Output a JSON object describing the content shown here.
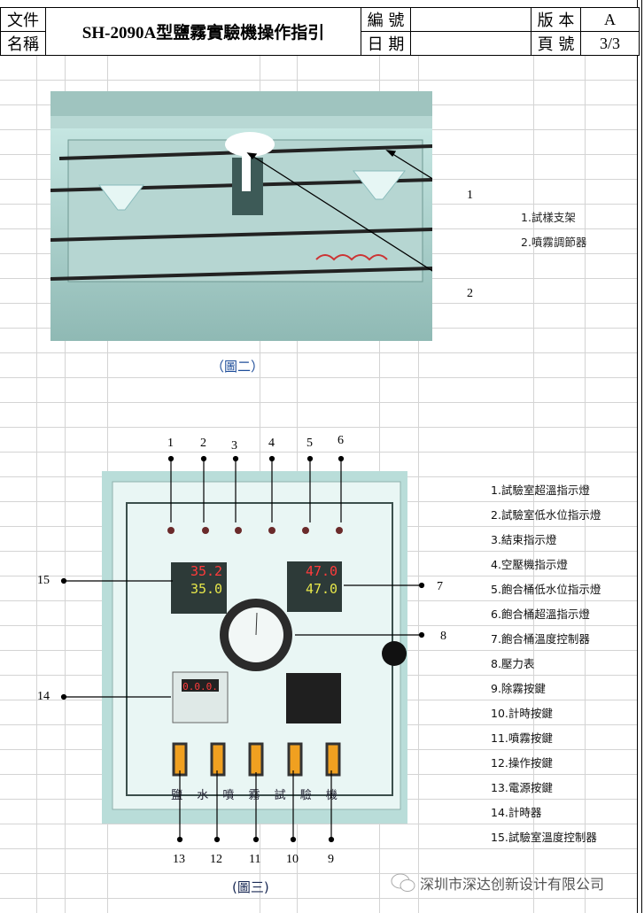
{
  "header": {
    "doc_name_label_1": "文件",
    "doc_name_label_2": "名稱",
    "title": "SH-2090A型鹽霧實驗機操作指引",
    "code_label": "編 號",
    "date_label": "日 期",
    "code_value": "",
    "date_value": "",
    "version_label": "版 本",
    "version_value": "A",
    "page_label": "頁 號",
    "page_value": "3/3"
  },
  "figure2": {
    "caption": "（圖二）",
    "callouts": [
      "1",
      "2"
    ],
    "legend": [
      "1.試樣支架",
      "2.噴霧調節器"
    ]
  },
  "figure3": {
    "caption": "(圖三)",
    "top_callouts": [
      "1",
      "2",
      "3",
      "4",
      "5",
      "6"
    ],
    "bottom_callouts": [
      "13",
      "12",
      "11",
      "10",
      "9"
    ],
    "left_callouts": [
      "15",
      "14"
    ],
    "right_callouts": [
      "7",
      "8"
    ],
    "display_values": {
      "chamber_pv": "35.2",
      "chamber_sv": "35.0",
      "sat_pv": "47.0",
      "sat_sv": "47.0",
      "timer": "0.0.0."
    },
    "panel_name": "鹽 水 噴 霧 試 驗 機",
    "legend": [
      "1.試驗室超溫指示燈",
      "2.試驗室低水位指示燈",
      "3.結束指示燈",
      "4.空壓機指示燈",
      "5.飽合桶低水位指示燈",
      "6.飽合桶超溫指示燈",
      "7.飽合桶溫度控制器",
      "8.壓力表",
      "9.除霧按鍵",
      "10.計時按鍵",
      "11.噴霧按鍵",
      "12.操作按鍵",
      "13.電源按鍵",
      "14.計時器",
      "15.試驗室溫度控制器"
    ]
  },
  "watermark": {
    "text": "深圳市深达创新设计有限公司",
    "icon": "wechat-icon"
  }
}
